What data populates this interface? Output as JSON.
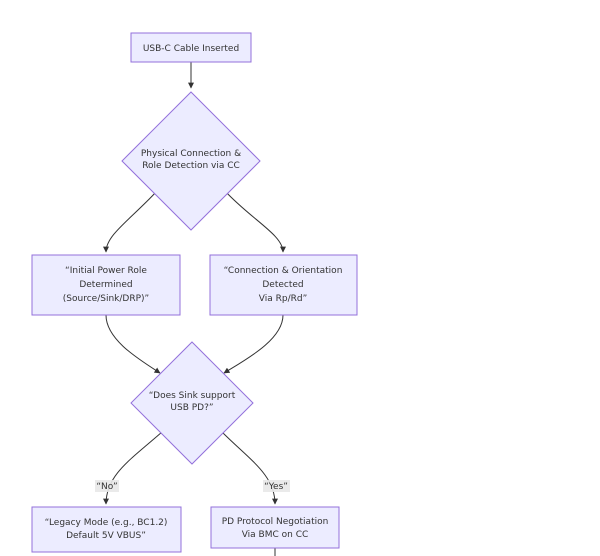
{
  "nodes": {
    "usb_inserted": {
      "lines": [
        "USB-C Cable Inserted"
      ]
    },
    "physical_detection": {
      "lines": [
        "Physical Connection &",
        "Role Detection via CC"
      ]
    },
    "power_role": {
      "lines": [
        "“Initial Power Role",
        "Determined",
        "(Source/Sink/DRP)”"
      ]
    },
    "orientation": {
      "lines": [
        "“Connection & Orientation",
        "Detected",
        "Via Rp/Rd”"
      ]
    },
    "pd_support": {
      "lines": [
        "“Does Sink support",
        "USB PD?”"
      ]
    },
    "legacy_mode": {
      "lines": [
        "“Legacy Mode (e.g., BC1.2)",
        "Default 5V VBUS”"
      ]
    },
    "pd_negotiation": {
      "lines": [
        "PD Protocol Negotiation",
        "Via BMC on CC"
      ]
    }
  },
  "edge_labels": {
    "no": "“No”",
    "yes": "“Yes”"
  },
  "colors": {
    "node_fill": "#ECECFF",
    "node_stroke": "#9370DB",
    "edge": "#333333",
    "label_bg": "#e8e8e8"
  }
}
